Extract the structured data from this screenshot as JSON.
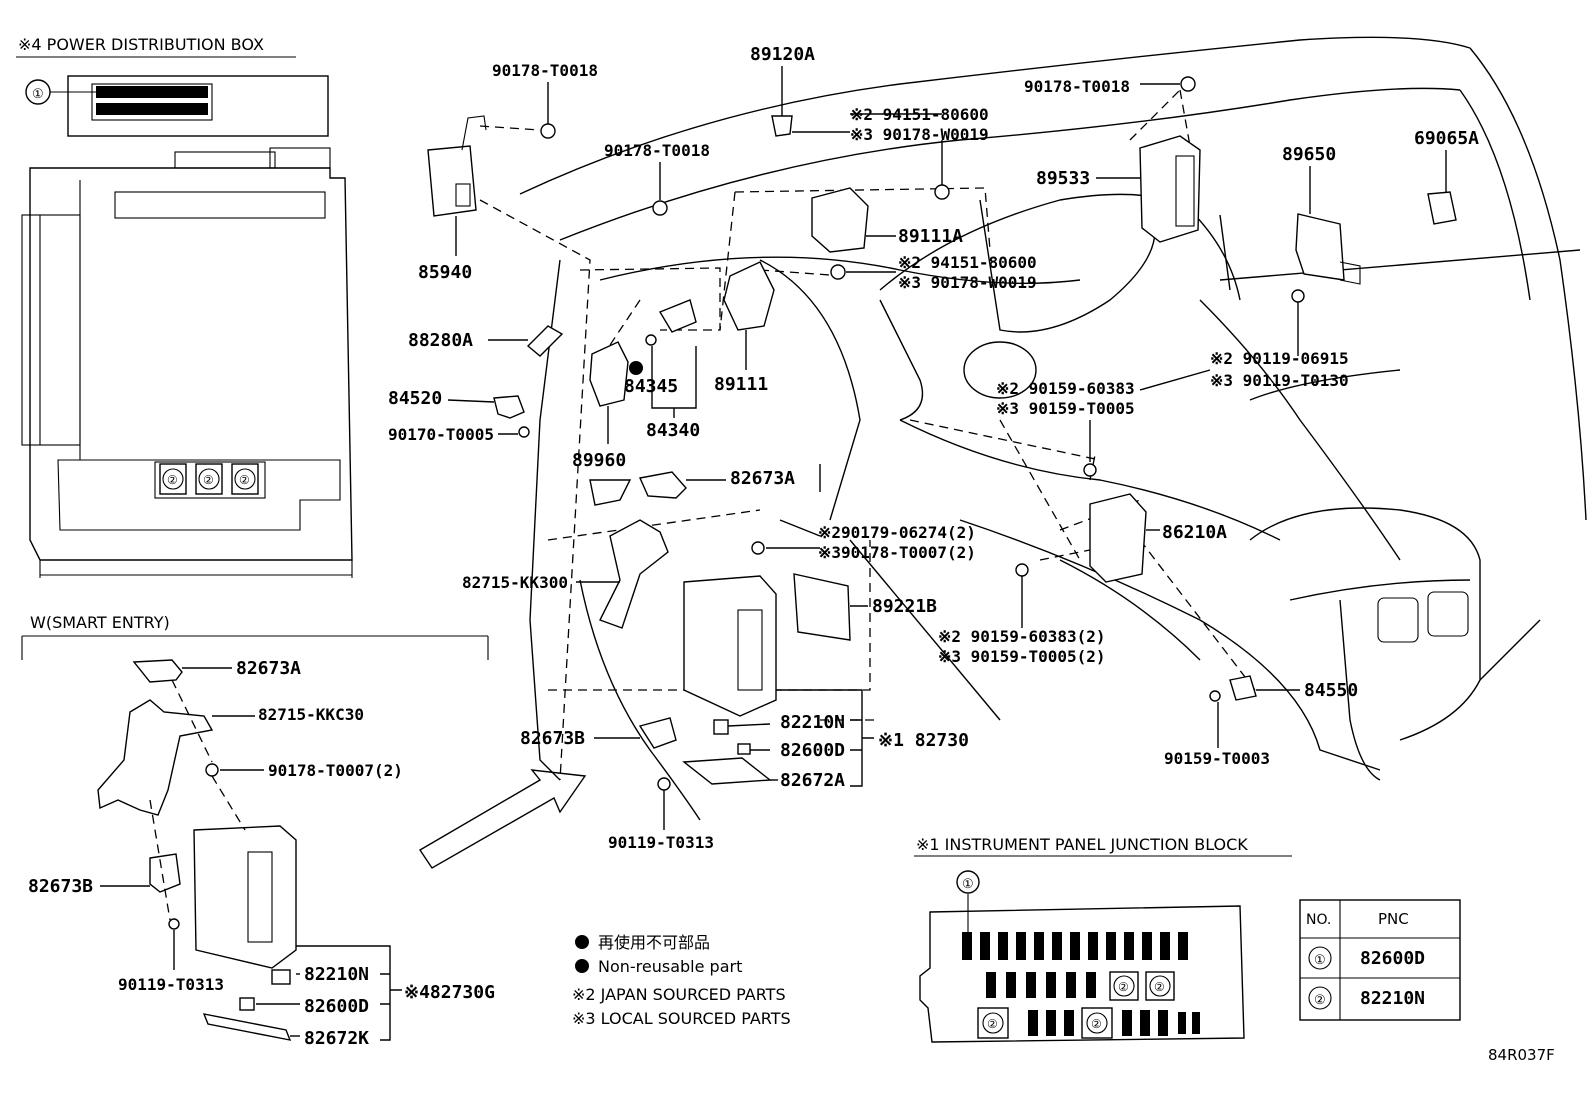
{
  "sections": {
    "power_box_title": "※4 POWER DISTRIBUTION BOX",
    "smart_entry_title": "W(SMART ENTRY)",
    "junction_block_title": "※1 INSTRUMENT PANEL JUNCTION BLOCK"
  },
  "callouts": {
    "c_1": "①",
    "c_2": "②"
  },
  "parts": {
    "p_90178_T0018_a": "90178-T0018",
    "p_89120A": "89120A",
    "p_90178_T0018_b": "90178-T0018",
    "p_2_94151_a": "※2 94151-80600",
    "p_3_90178_W0019_a": "※3 90178-W0019",
    "p_90178_T0018_c": "90178-T0018",
    "p_89533": "89533",
    "p_89650": "89650",
    "p_69065A": "69065A",
    "p_89111A": "89111A",
    "p_2_94151_b": "※2 94151-80600",
    "p_3_90178_W0019_b": "※3 90178-W0019",
    "p_85940": "85940",
    "p_88280A": "88280A",
    "p_84345": "84345",
    "p_89111": "89111",
    "p_84520": "84520",
    "p_90170_T0005": "90170-T0005",
    "p_84340": "84340",
    "p_89960": "89960",
    "p_2_90119_06915": "※2 90119-06915",
    "p_3_90119_T0130": "※3 90119-T0130",
    "p_2_90159_60383": "※2 90159-60383",
    "p_3_90159_T0005": "※3 90159-T0005",
    "p_82673A": "82673A",
    "p_2_90179_06274": "※290179-06274(2)",
    "p_3_90178_T0007": "※390178-T0007(2)",
    "p_86210A": "86210A",
    "p_82715_KK300": "82715-KK300",
    "p_89221B": "89221B",
    "p_2_90159_60383_2": "※2 90159-60383(2)",
    "p_3_90159_T0005_2": "※3 90159-T0005(2)",
    "p_84550": "84550",
    "p_90159_T0003": "90159-T0003",
    "p_82210N": "82210N",
    "p_82673B": "82673B",
    "p_1_82730": "※1 82730",
    "p_82600D": "82600D",
    "p_82672A": "82672A",
    "p_90119_T0313": "90119-T0313",
    "se_82673A": "82673A",
    "se_82715_KKC30": "82715-KKC30",
    "se_90178_T0007": "90178-T0007(2)",
    "se_82673B": "82673B",
    "se_82210N": "82210N",
    "se_90119_T0313": "90119-T0313",
    "se_82600D": "82600D",
    "se_4_82730G": "※482730G",
    "se_82672K": "82672K"
  },
  "legend": {
    "non_reusable_jp": "再使用不可部品",
    "non_reusable_en": "Non-reusable part",
    "japan_sourced": "※2 JAPAN SOURCED PARTS",
    "local_sourced": "※3 LOCAL SOURCED PARTS"
  },
  "pnc_table": {
    "header_no": "NO.",
    "header_pnc": "PNC",
    "rows": [
      {
        "no": "①",
        "pnc": "82600D"
      },
      {
        "no": "②",
        "pnc": "82210N"
      }
    ]
  },
  "figure_code": "84R037F"
}
